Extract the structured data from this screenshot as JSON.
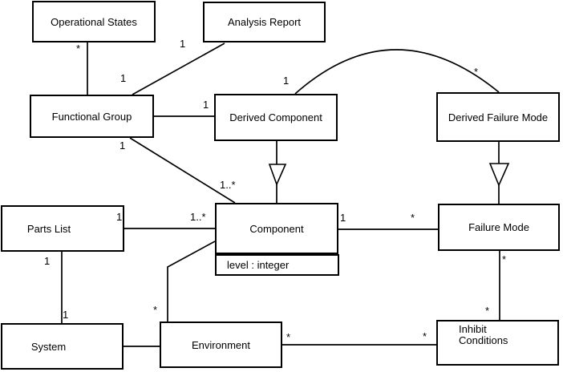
{
  "diagram": {
    "classes": {
      "operational_states": "Operational States",
      "analysis_report": "Analysis Report",
      "functional_group": "Functional Group",
      "derived_component": "Derived Component",
      "derived_failure_mode": "Derived Failure Mode",
      "parts_list": "Parts List",
      "component": "Component",
      "component_attribute": "level : integer",
      "failure_mode": "Failure Mode",
      "system": "System",
      "environment": "Environment",
      "inhibit_conditions_line1": "Inhibit",
      "inhibit_conditions_line2": "Conditions"
    },
    "multiplicities": {
      "operational_states_end_star": "*",
      "functional_group_report_end_one": "1",
      "analysis_report_end_one": "1",
      "derived_component_end_one": "1",
      "functional_group_component_end_one": "1",
      "component_from_functional_group_many": "1..*",
      "derived_component_arc_end_one": "1",
      "derived_failure_mode_arc_end_star": "*",
      "component_from_parts_list_many": "1..*",
      "parts_list_end_one": "1",
      "component_to_failure_mode_one": "1",
      "failure_mode_from_component_star": "*",
      "parts_list_to_system_one": "1",
      "system_end_one": "1",
      "environment_from_component_star": "*",
      "failure_mode_to_inhibit_star": "*",
      "inhibit_from_failure_mode_star": "*",
      "environment_to_inhibit_star": "*",
      "inhibit_from_environment_star": "*"
    },
    "colors": {
      "line": "#000000",
      "box_fill": "#ffffff",
      "background": "#ffffff"
    }
  }
}
